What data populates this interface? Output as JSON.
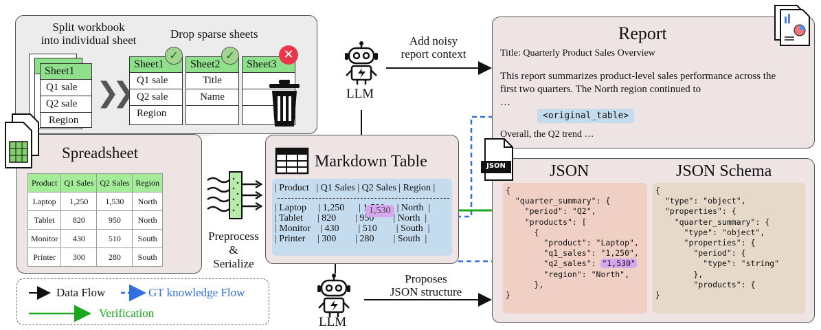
{
  "split": {
    "title_line1": "Split workbook",
    "title_line2": "into individual sheet",
    "back_sheet": {
      "name": "Sheet1",
      "rows": [
        "Q1 sale",
        "Q2 sale",
        "Region"
      ]
    }
  },
  "drop": {
    "title": "Drop sparse sheets",
    "sheets": [
      {
        "name": "Sheet1",
        "rows": [
          "Q1 sale",
          "Q2 sale",
          "Region"
        ],
        "status": "keep"
      },
      {
        "name": "Sheet2",
        "rows": [
          "Title",
          "Name",
          ""
        ],
        "status": "keep"
      },
      {
        "name": "Sheet3",
        "rows": [
          "",
          "",
          ""
        ],
        "status": "drop"
      }
    ]
  },
  "spreadsheet": {
    "title": "Spreadsheet",
    "headers": [
      "Product",
      "Q1 Sales",
      "Q2 Sales",
      "Region"
    ],
    "rows": [
      [
        "Laptop",
        "1,250",
        "1,530",
        "North"
      ],
      [
        "Tablet",
        "820",
        "950",
        "North"
      ],
      [
        "Monitor",
        "430",
        "510",
        "South"
      ],
      [
        "Printer",
        "300",
        "280",
        "South"
      ]
    ]
  },
  "preprocess": {
    "line1": "Preprocess",
    "line2": "&",
    "line3": "Serialize"
  },
  "markdown": {
    "title": "Markdown Table",
    "lines": [
      "| Product   | Q1 Sales | Q2 Sales | Region |",
      "|-----------------------------------------",
      "| Laptop     | 1,250      | 1,530     | North  |",
      "| Tablet      | 820        | 950        | North  |",
      "| Monitor    | 430        | 510        | South  |",
      "| Printer     | 300        | 280        | South  |"
    ],
    "highlight": "1,530"
  },
  "llm_top": {
    "label": "LLM",
    "action_line1": "Add noisy",
    "action_line2": "report context"
  },
  "llm_bottom": {
    "label": "LLM",
    "action_line1": "Proposes",
    "action_line2": "JSON structure"
  },
  "report": {
    "title": "Report",
    "subtitle": "Title: Quarterly Product Sales Overview",
    "body_line1": "This report summarizes product-level sales performance across the",
    "body_line2": "first two quarters. The North region continued to",
    "ellipsis": "…",
    "tag": "<original_table>",
    "closing": "Overall, the Q2 trend …"
  },
  "json_panel": {
    "badge": "JSON",
    "title": "JSON",
    "code": [
      "{",
      "  \"quarter_summary\": {",
      "    \"period\": \"Q2\",",
      "    \"products\": [",
      "      {",
      "        \"product\": \"Laptop\",",
      "        \"q1_sales\": \"1,250\",",
      "        \"q2_sales\": ",
      "        \"region\": \"North\",",
      "      },",
      "",
      "}"
    ],
    "highlight": "\"1,530\""
  },
  "schema_panel": {
    "title": "JSON Schema",
    "code": [
      "{",
      "  \"type\": \"object\",",
      "  \"properties\": {",
      "    \"quarter_summary\": {",
      "      \"type\": \"object\",",
      "      \"properties\": {",
      "        \"period\": {",
      "          \"type\": \"string\"",
      "        },",
      "        \"products\": {",
      "",
      "}"
    ]
  },
  "legend": {
    "data_flow": "Data Flow",
    "gt_flow": "GT knowledge Flow",
    "verification": "Verification"
  },
  "colors": {
    "green": "#19a81c",
    "blue": "#2f6fe0",
    "panel_bg": "#eee4e4",
    "md_bg": "#c5dcef",
    "json_bg": "#f0cfc4",
    "schema_bg": "#e6d9c9",
    "highlight": "#d6a6ef"
  }
}
